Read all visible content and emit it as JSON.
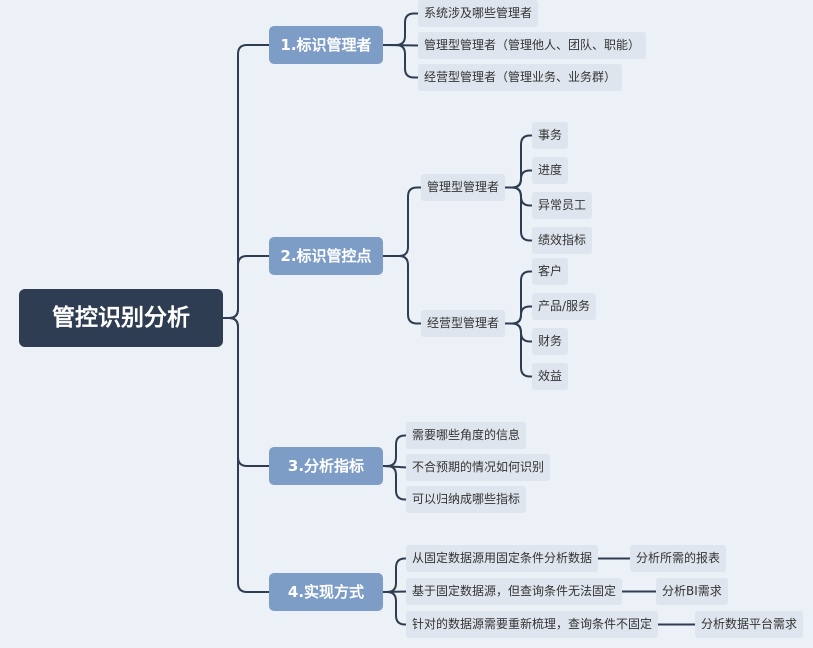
{
  "root": {
    "label": "管控识别分析"
  },
  "branches": [
    {
      "label": "1.标识管理者",
      "children": [
        {
          "label": "系统涉及哪些管理者"
        },
        {
          "label": "管理型管理者（管理他人、团队、职能）"
        },
        {
          "label": "经营型管理者（管理业务、业务群）"
        }
      ]
    },
    {
      "label": "2.标识管控点",
      "children": [
        {
          "label": "管理型管理者",
          "children": [
            {
              "label": "事务"
            },
            {
              "label": "进度"
            },
            {
              "label": "异常员工"
            },
            {
              "label": "绩效指标"
            }
          ]
        },
        {
          "label": "经营型管理者",
          "children": [
            {
              "label": "客户"
            },
            {
              "label": "产品/服务"
            },
            {
              "label": "财务"
            },
            {
              "label": "效益"
            }
          ]
        }
      ]
    },
    {
      "label": "3.分析指标",
      "children": [
        {
          "label": "需要哪些角度的信息"
        },
        {
          "label": "不合预期的情况如何识别"
        },
        {
          "label": "可以归纳成哪些指标"
        }
      ]
    },
    {
      "label": "4.实现方式",
      "children": [
        {
          "label": "从固定数据源用固定条件分析数据",
          "children": [
            {
              "label": "分析所需的报表"
            }
          ]
        },
        {
          "label": "基于固定数据源，但查询条件无法固定",
          "children": [
            {
              "label": "分析BI需求"
            }
          ]
        },
        {
          "label": "针对的数据源需要重新梳理，查询条件不固定",
          "children": [
            {
              "label": "分析数据平台需求"
            }
          ]
        }
      ]
    }
  ],
  "colors": {
    "root_fill": "#2f3d53",
    "branch_fill": "#7d9cc6",
    "leaf_fill": "#dfe5ee",
    "connector": "#2f3d53",
    "background": "#ecf1f7"
  }
}
